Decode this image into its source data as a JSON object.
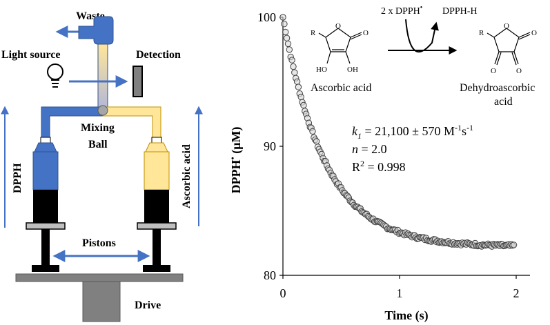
{
  "apparatus": {
    "waste_label": "Waste",
    "light_source_label": "Light source",
    "detection_label": "Detection",
    "mixing_ball_label_line1": "Mixing",
    "mixing_ball_label_line2": "Ball",
    "left_syringe_label": "DPPH",
    "right_syringe_label": "Ascorbic acid",
    "pistons_label": "Pistons",
    "drive_label": "Drive",
    "colors": {
      "dpph_blue": "#4472c4",
      "ascorbic_yellow": "#ffe699",
      "arrow_blue": "#4472c4",
      "black": "#000000",
      "gray": "#808080",
      "dark_gray": "#595959"
    }
  },
  "reaction": {
    "reagent_label": "2 x DPPH",
    "reagent_superscript": "•",
    "product_label": "DPPH-H",
    "reactant_name": "Ascorbic acid",
    "product_name_line1": "Dehydroascorbic",
    "product_name_line2": "acid",
    "atoms": {
      "r": "R",
      "o": "O",
      "ho": "HO",
      "oh": "OH"
    }
  },
  "annotations": {
    "k1_symbol": "k",
    "k1_subscript": "1",
    "k1_value": " = 21,100 ± 570 M",
    "k1_unit_exp1": "-1",
    "k1_unit_s": "s",
    "k1_unit_exp2": "-1",
    "n_symbol": "n",
    "n_value": " = 2.0",
    "r2_symbol": "R",
    "r2_exp": "2",
    "r2_value": " = 0.998"
  },
  "chart_data": {
    "type": "scatter",
    "x_label": "Time (s)",
    "y_label_main": "DPPH",
    "y_label_dot": "•",
    "y_label_unit": " (μM)",
    "xlim": [
      0,
      2
    ],
    "ylim": [
      80,
      100
    ],
    "x_ticks": [
      "0",
      "1",
      "2"
    ],
    "y_ticks": [
      "80",
      "90",
      "100"
    ],
    "grid": false,
    "fit": {
      "model": "exponential-decay",
      "y0": 100,
      "plateau": 82.2,
      "rate": 2.75,
      "x_range": [
        0,
        1.98
      ]
    },
    "series": [
      {
        "marker": "open-circle",
        "points_sampling": {
          "x_start": 0.0,
          "x_end": 1.98,
          "count": 180
        },
        "examples": [
          [
            0.0,
            100.0
          ],
          [
            0.1,
            95.6
          ],
          [
            0.2,
            92.0
          ],
          [
            0.3,
            89.8
          ],
          [
            0.5,
            87.0
          ],
          [
            0.75,
            84.8
          ],
          [
            1.0,
            83.5
          ],
          [
            1.25,
            82.9
          ],
          [
            1.5,
            82.5
          ],
          [
            1.75,
            82.3
          ],
          [
            1.98,
            82.0
          ]
        ]
      }
    ]
  }
}
